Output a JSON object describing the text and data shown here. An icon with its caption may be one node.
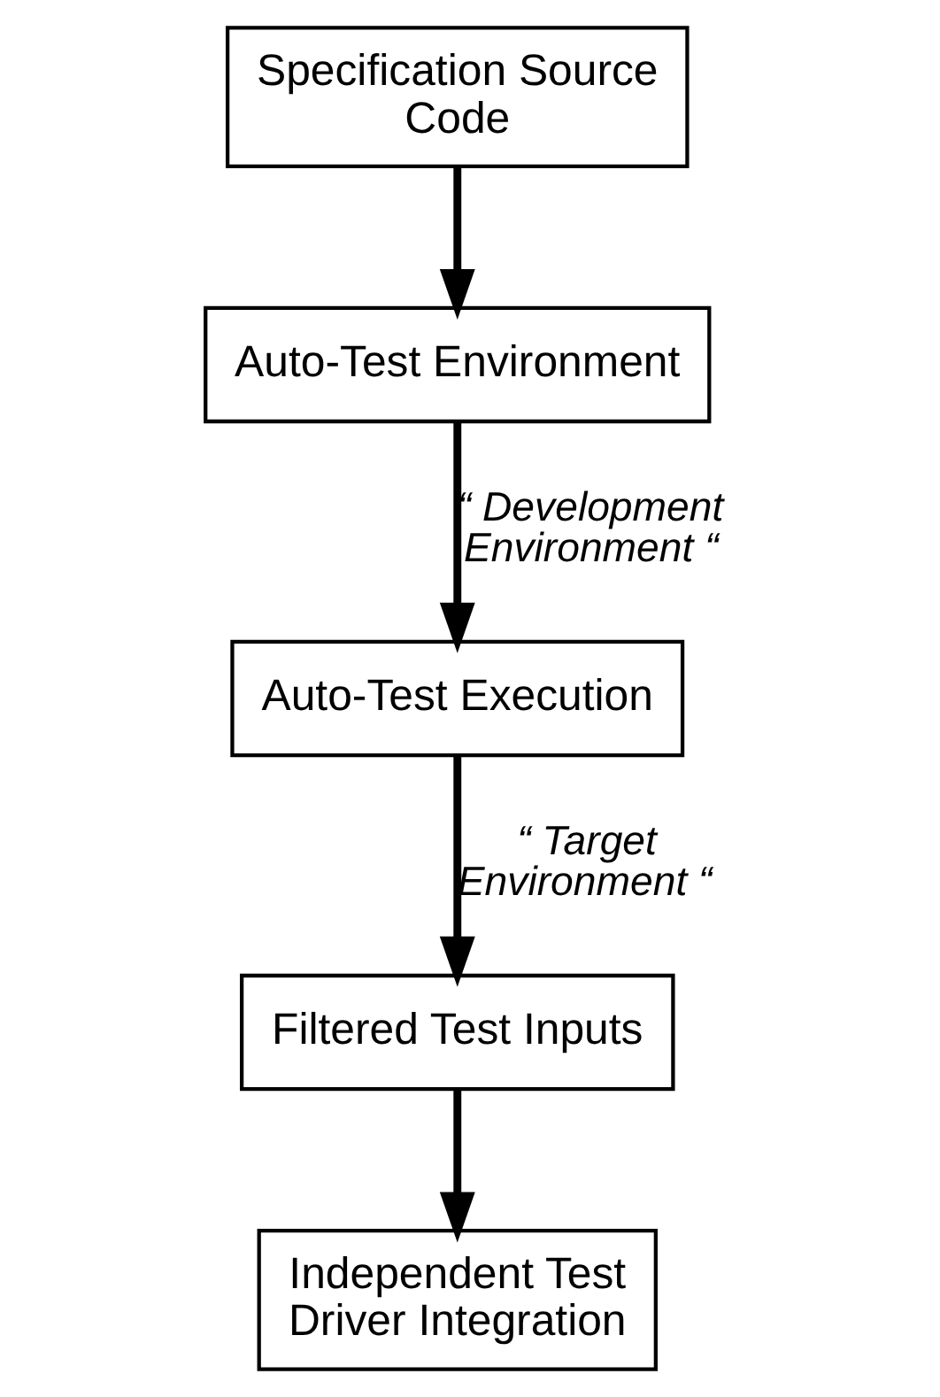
{
  "diagram": {
    "nodes": [
      {
        "text": [
          "Specification Source Code"
        ]
      },
      {
        "text": [
          "Auto-Test Environment"
        ]
      },
      {
        "text": [
          "Auto-Test Execution"
        ]
      },
      {
        "text": [
          "Filtered Test Inputs"
        ]
      },
      {
        "text": [
          "Independent Test Driver Integration"
        ]
      }
    ],
    "edges": [
      {
        "from": 0,
        "to": 1,
        "arrow": "to"
      },
      {
        "from": 1,
        "to": 2,
        "arrow": "to",
        "label": "“ Development Environment “"
      },
      {
        "from": 2,
        "to": 3,
        "arrow": "to",
        "label": "“ Target Environment “"
      },
      {
        "from": 3,
        "to": 4,
        "arrow": "to"
      }
    ]
  }
}
